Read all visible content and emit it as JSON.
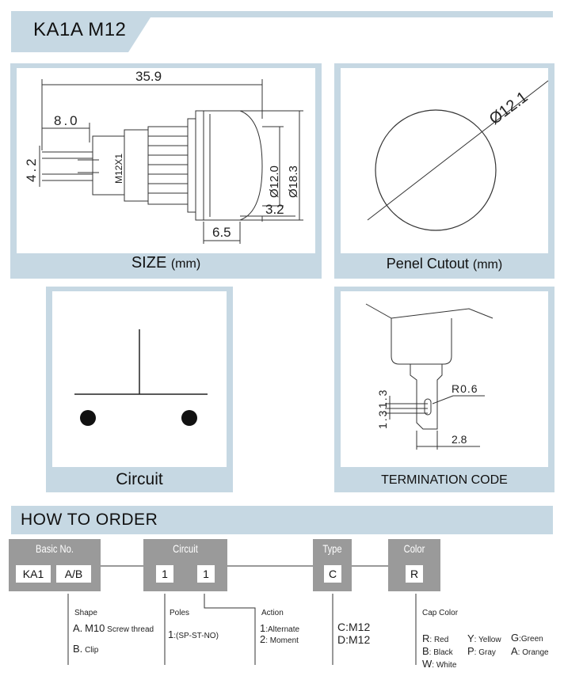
{
  "header": {
    "title": "KA1A M12"
  },
  "panels": {
    "size": {
      "caption": "SIZE",
      "unit": "(mm)"
    },
    "cutout": {
      "caption": "Penel Cutout",
      "unit": "(mm)",
      "diameter": "Ø12.1"
    },
    "circuit": {
      "caption": "Circuit"
    },
    "termination": {
      "caption": "TERMINATION CODE"
    }
  },
  "dims": {
    "overall": "35.9",
    "pin_len": "8.0",
    "pin_gap": "4.2",
    "thread": "M12X1",
    "d_inner": "Ø12.0",
    "d_outer": "Ø18.3",
    "cap_h": "3.2",
    "nut_w": "6.5"
  },
  "term": {
    "radius": "R0.6",
    "h1": "1.3",
    "h2": "1.3",
    "width": "2.8"
  },
  "order": {
    "title": "HOW TO ORDER",
    "basic": {
      "label": "Basic No.",
      "code1": "KA1",
      "code2": "A/B"
    },
    "circuit": {
      "label": "Circuit",
      "code1": "1",
      "code2": "1"
    },
    "type": {
      "label": "Type",
      "code": "C"
    },
    "color": {
      "label": "Color",
      "code": "R"
    },
    "shape": {
      "title": "Shape",
      "a_key": "A.",
      "a_val": "M10",
      "a_desc": "Screw thread",
      "b_key": "B.",
      "b_desc": "Clip"
    },
    "poles": {
      "title": "Poles",
      "key": "1",
      "desc": ":(SP-ST-NO)"
    },
    "action": {
      "title": "Action",
      "k1": "1",
      "d1": ":Alternate",
      "k2": "2",
      "d2": ": Moment"
    },
    "types": {
      "c1": "C:M12",
      "c2": "D:M12"
    },
    "cap": {
      "title": "Cap Color",
      "r": "R",
      "r_d": ": Red",
      "y": "Y",
      "y_d": ": Yellow",
      "g": "G",
      "g_d": ":Green",
      "b": "B",
      "b_d": ": Black",
      "p": "P",
      "p_d": ": Gray",
      "a": "A",
      "a_d": ": Orange",
      "w": "W",
      "w_d": ": White"
    }
  },
  "colors": {
    "panel": "#c6d8e3",
    "box": "#9a9a9a",
    "line": "#333333"
  }
}
